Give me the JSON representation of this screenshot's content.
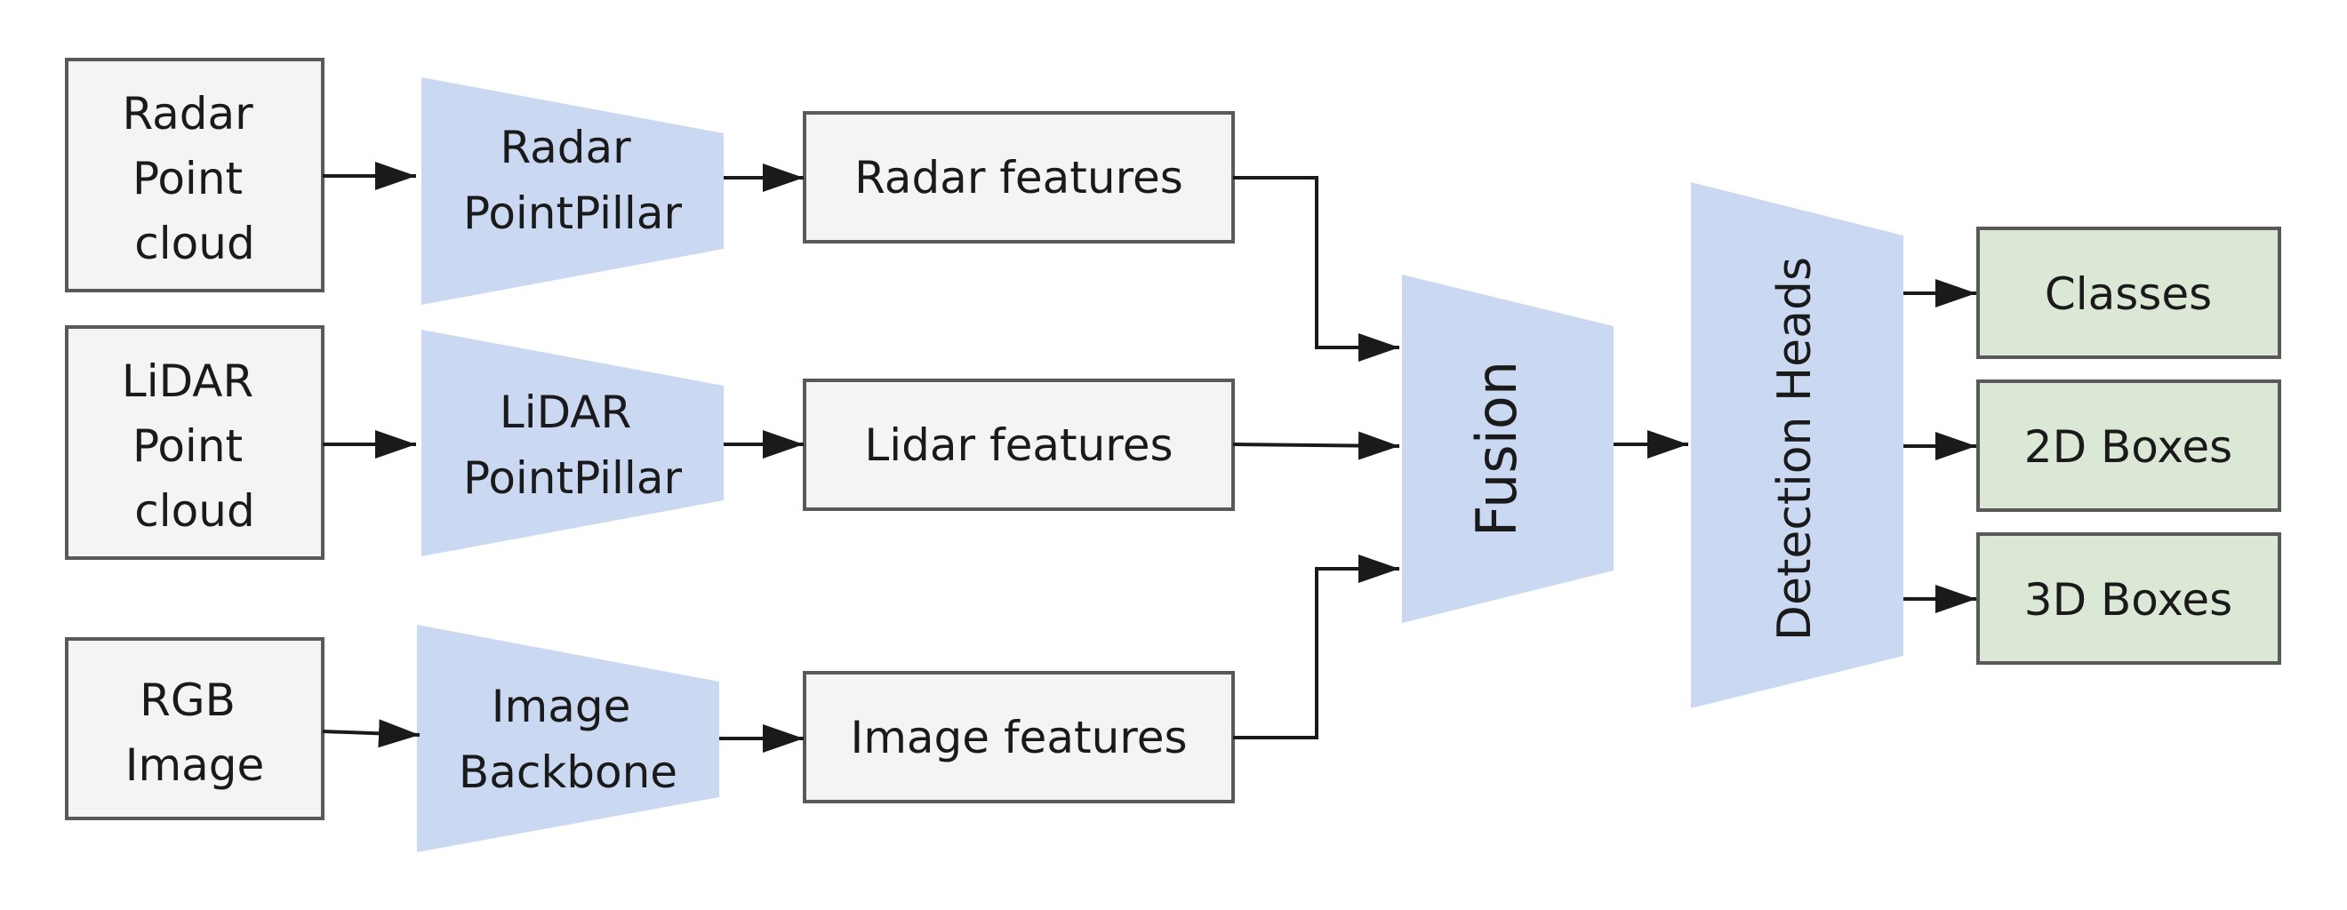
{
  "inputs": {
    "radar": [
      "Radar",
      "Point",
      "cloud"
    ],
    "lidar": [
      "LiDAR",
      "Point",
      "cloud"
    ],
    "rgb": [
      "RGB",
      "Image"
    ]
  },
  "encoders": {
    "radar": [
      "Radar",
      "PointPillar"
    ],
    "lidar": [
      "LiDAR",
      "PointPillar"
    ],
    "image": [
      "Image",
      "Backbone"
    ]
  },
  "features": {
    "radar": "Radar features",
    "lidar": "Lidar features",
    "image": "Image features"
  },
  "fusion": "Fusion",
  "heads": "Detection Heads",
  "outputs": {
    "classes": "Classes",
    "boxes2d": "2D Boxes",
    "boxes3d": "3D Boxes"
  },
  "colors": {
    "input_fill": "#f4f4f4",
    "module_fill": "#cad8f2",
    "output_fill": "#dce8d6",
    "border": "#595959",
    "arrow": "#1a1a1a"
  }
}
